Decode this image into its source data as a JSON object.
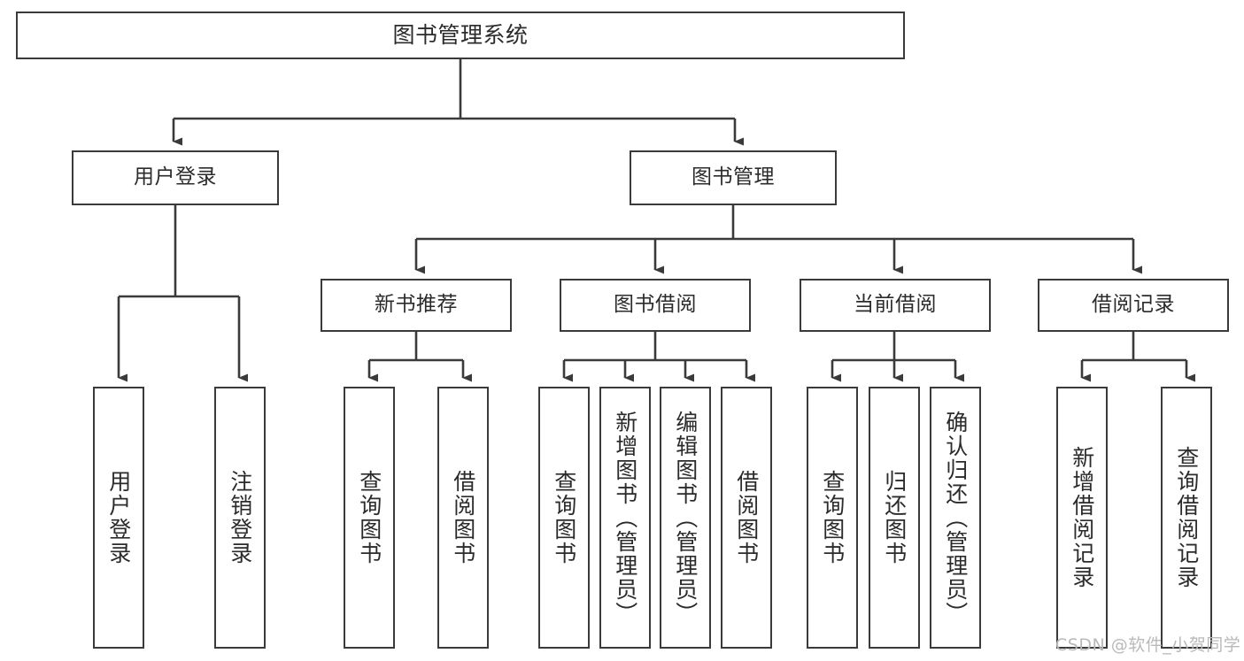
{
  "diagram": {
    "type": "tree-hierarchy",
    "title": "图书管理系统",
    "colors": {
      "box_border": "#3a3a3a",
      "box_fill": "#ffffff",
      "line": "#3a3a3a",
      "text": "#2b2b2b",
      "watermark": "#b9b9b9",
      "background": "#ffffff"
    },
    "levels": [
      {
        "level": 1,
        "nodes": [
          {
            "id": "root",
            "label": "图书管理系统"
          }
        ]
      },
      {
        "level": 2,
        "nodes": [
          {
            "id": "login",
            "label": "用户登录",
            "parent": "root"
          },
          {
            "id": "bookmgmt",
            "label": "图书管理",
            "parent": "root"
          }
        ]
      },
      {
        "level": 3,
        "nodes": [
          {
            "id": "newbook",
            "label": "新书推荐",
            "parent": "bookmgmt"
          },
          {
            "id": "borrow",
            "label": "图书借阅",
            "parent": "bookmgmt"
          },
          {
            "id": "current",
            "label": "当前借阅",
            "parent": "bookmgmt"
          },
          {
            "id": "records",
            "label": "借阅记录",
            "parent": "bookmgmt"
          }
        ]
      },
      {
        "level": 4,
        "nodes": [
          {
            "id": "leaf1",
            "label": "用户登录",
            "parent": "login"
          },
          {
            "id": "leaf2",
            "label": "注销登录",
            "parent": "login"
          },
          {
            "id": "leaf3",
            "label": "查询图书",
            "parent": "newbook"
          },
          {
            "id": "leaf4",
            "label": "借阅图书",
            "parent": "newbook"
          },
          {
            "id": "leaf5",
            "label": "查询图书",
            "parent": "borrow"
          },
          {
            "id": "leaf6",
            "label": "新增图书（管理员）",
            "parent": "borrow"
          },
          {
            "id": "leaf7",
            "label": "编辑图书（管理员）",
            "parent": "borrow"
          },
          {
            "id": "leaf8",
            "label": "借阅图书",
            "parent": "borrow"
          },
          {
            "id": "leaf9",
            "label": "查询图书",
            "parent": "current"
          },
          {
            "id": "leaf10",
            "label": "归还图书",
            "parent": "current"
          },
          {
            "id": "leaf11",
            "label": "确认归还（管理员）",
            "parent": "current"
          },
          {
            "id": "leaf12",
            "label": "新增借阅记录",
            "parent": "records"
          },
          {
            "id": "leaf13",
            "label": "查询借阅记录",
            "parent": "records"
          }
        ]
      }
    ]
  },
  "watermark": {
    "text": "CSDN @软件_小贺同学"
  }
}
